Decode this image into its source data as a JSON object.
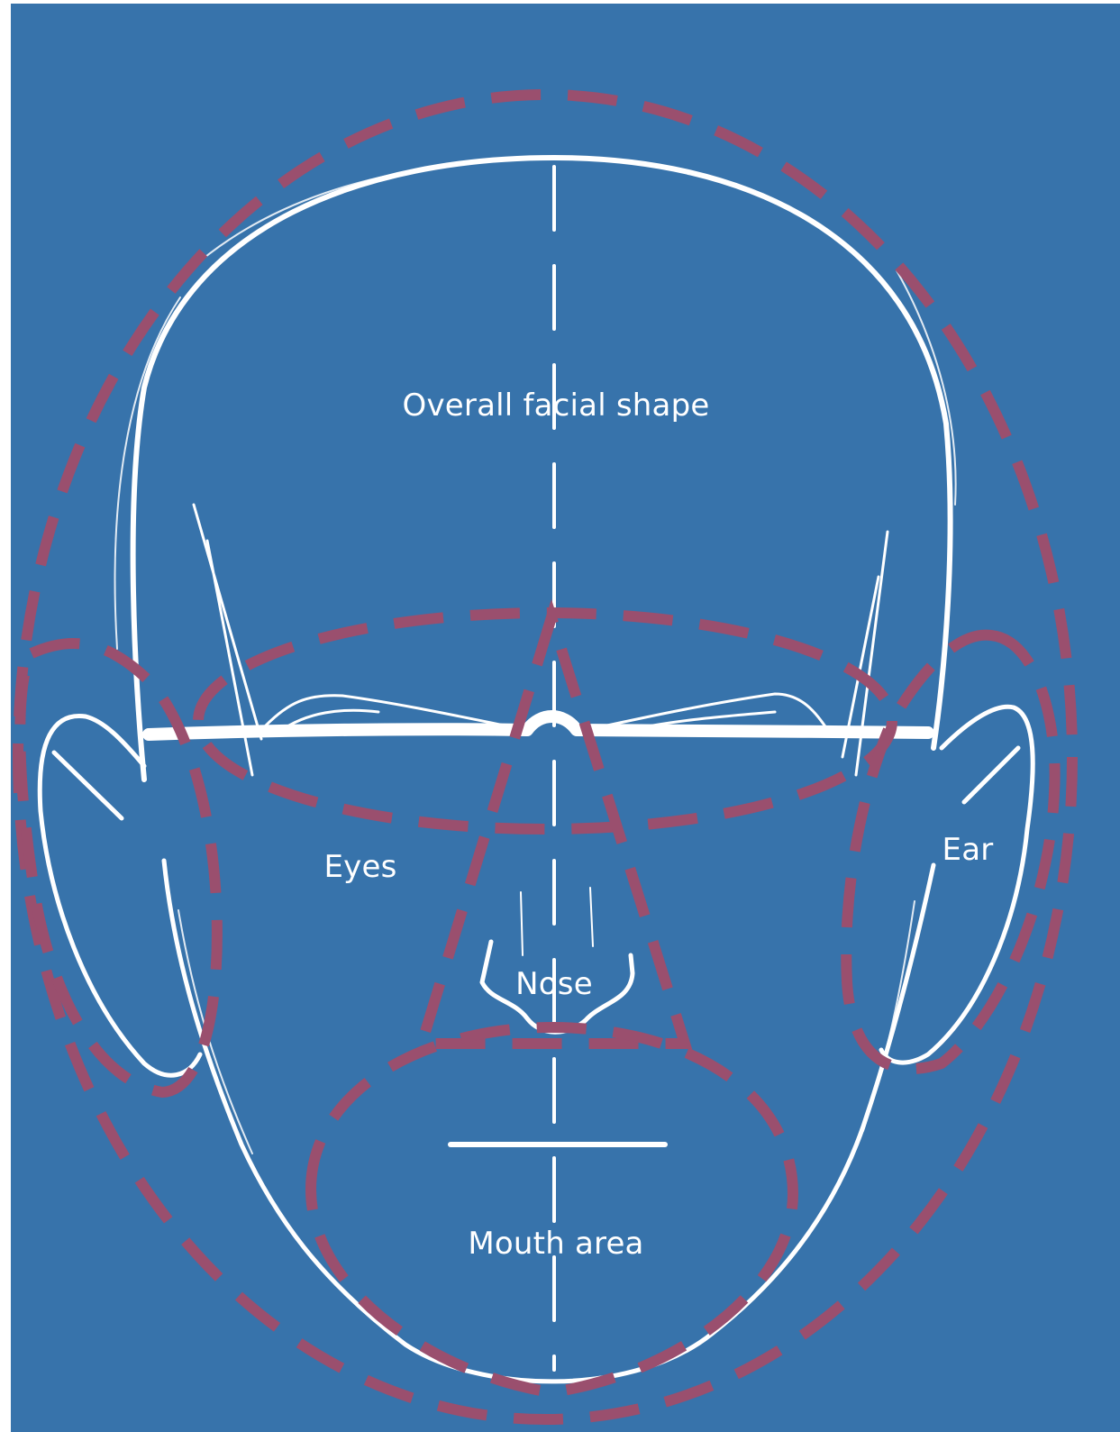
{
  "colors": {
    "background": "#3773ab",
    "line": "#ffffff",
    "region_outline": "#9a4f6e"
  },
  "labels": {
    "overall": "Overall facial shape",
    "eyes": "Eyes",
    "ear": "Ear",
    "nose": "Nose",
    "mouth": "Mouth area"
  }
}
